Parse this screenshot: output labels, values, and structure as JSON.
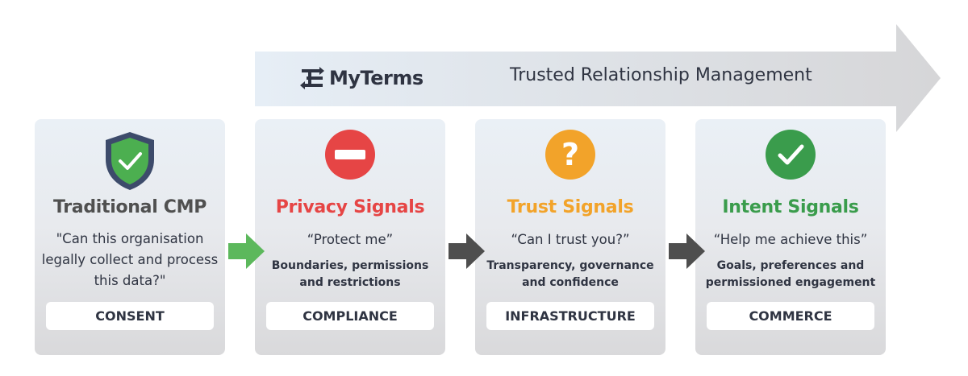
{
  "banner": {
    "logo_text": "MyTerms",
    "title": "Trusted Relationship Management"
  },
  "colors": {
    "consent": "#505050",
    "privacy": "#e64545",
    "trust": "#f2a32a",
    "intent": "#3a9c4c",
    "shield": "#3d4b6b",
    "check_green": "#4caf50",
    "arrow_green": "#5cb85c",
    "arrow_dark": "#4e4e4e"
  },
  "cards": [
    {
      "icon": "shield-check-icon",
      "title": "Traditional CMP",
      "quote": "\"Can this organisation legally collect and process this data?\"",
      "subtitle": "",
      "tag": "CONSENT"
    },
    {
      "icon": "no-entry-icon",
      "title": "Privacy Signals",
      "quote": "“Protect me”",
      "subtitle": "Boundaries, permissions and restrictions",
      "tag": "COMPLIANCE"
    },
    {
      "icon": "question-icon",
      "title": "Trust Signals",
      "quote": "“Can I trust you?”",
      "subtitle": "Transparency, governance and confidence",
      "tag": "INFRASTRUCTURE"
    },
    {
      "icon": "checkmark-icon",
      "title": "Intent Signals",
      "quote": "“Help me achieve this”",
      "subtitle": "Goals, preferences and permissioned engagement",
      "tag": "COMMERCE"
    }
  ],
  "flow_arrows": [
    {
      "icon": "arrow-right-icon",
      "color": "green"
    },
    {
      "icon": "arrow-right-icon",
      "color": "dark"
    },
    {
      "icon": "arrow-right-icon",
      "color": "dark"
    }
  ]
}
